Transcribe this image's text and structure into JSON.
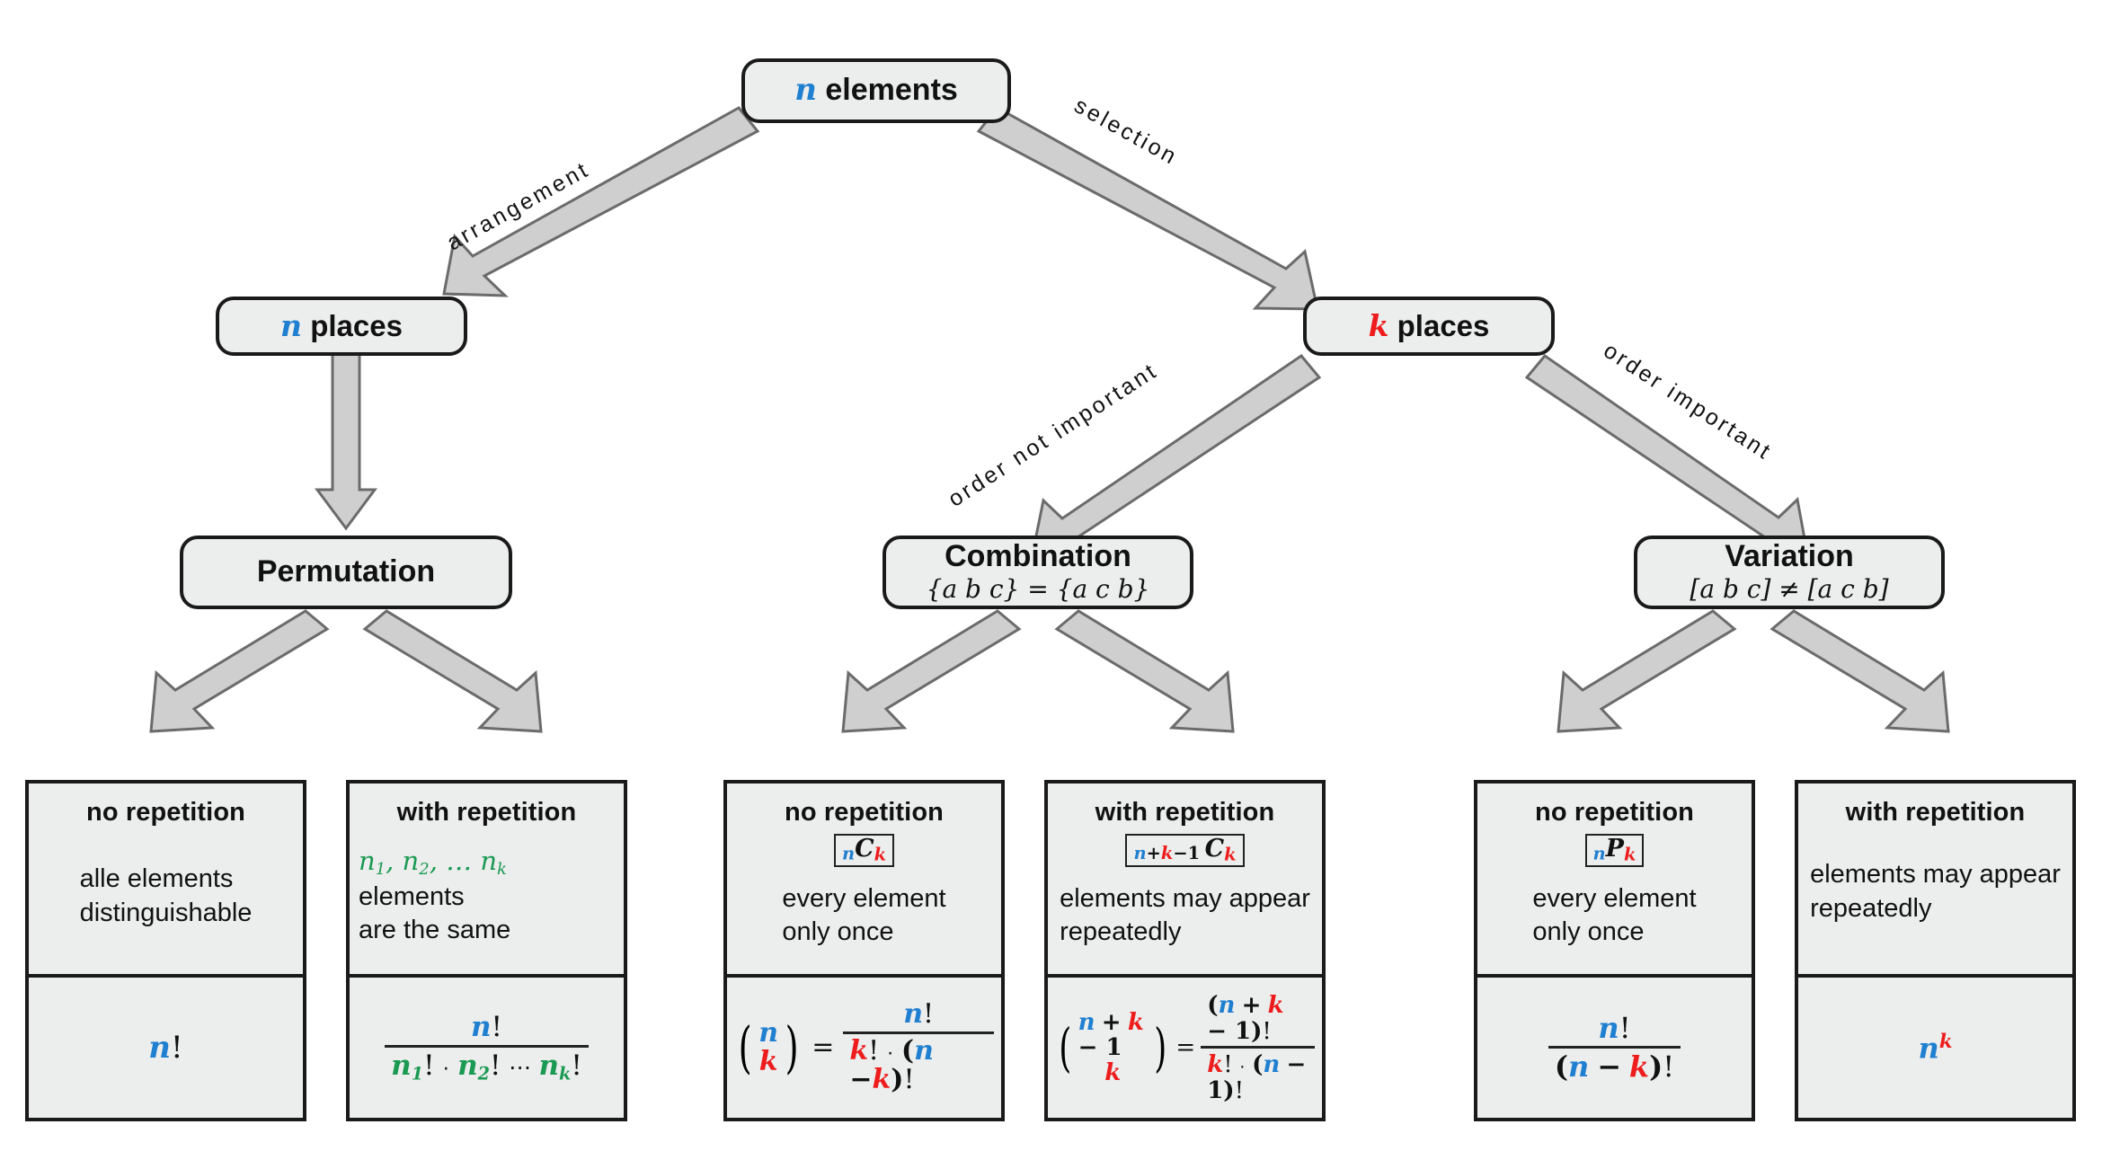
{
  "diagram": {
    "title": "Combinatorics decision tree",
    "colors": {
      "n_color": "#1f7fd0",
      "k_color": "#ee1c1c",
      "repeat_color": "#1a9a52",
      "node_fill": "#eceded",
      "node_border": "#1a1a1a",
      "arrow_fill": "#cfcfcf",
      "arrow_stroke": "#6b6b6b"
    },
    "root": {
      "var": "n",
      "label": "elements"
    },
    "level2": [
      {
        "var": "n",
        "label": "places"
      },
      {
        "var": "k",
        "label": "places"
      }
    ],
    "level3": [
      {
        "title": "Permutation",
        "sub": ""
      },
      {
        "title": "Combination",
        "sub": "{a b c} = {a c b}"
      },
      {
        "title": "Variation",
        "sub": "[a b c] ≠ [a c b]"
      }
    ],
    "edges": [
      {
        "label": "arrangement",
        "from": "n elements",
        "to": "n places"
      },
      {
        "label": "selection",
        "from": "n elements",
        "to": "k places"
      },
      {
        "label": "order not important",
        "from": "k places",
        "to": "Combination"
      },
      {
        "label": "order important",
        "from": "k places",
        "to": "Variation"
      }
    ],
    "leaves": [
      {
        "header": "no repetition",
        "notation": "",
        "description": "alle elements\ndistinguishable",
        "formula": "n!"
      },
      {
        "header": "with repetition",
        "notation": "",
        "description": "n1, n2, ... nk elements\nare the same",
        "formula": "n! / (n1! · n2! ⋯ nk!)"
      },
      {
        "header": "no repetition",
        "notation": "nCk",
        "description": "every element\nonly once",
        "formula": "(n choose k) = n! / (k! · (n − k)!)"
      },
      {
        "header": "with repetition",
        "notation": "n+k−1Ck",
        "description": "elements may appear\nrepeatedly",
        "formula": "(n + k − 1 choose k) = (n + k − 1)! / (k! · (n − 1)!)"
      },
      {
        "header": "no repetition",
        "notation": "nPk",
        "description": "every element\nonly once",
        "formula": "n! / (n − k)!"
      },
      {
        "header": "with repetition",
        "notation": "",
        "description": "elements may appear\nrepeatedly",
        "formula": "n^k"
      }
    ],
    "labels": {
      "no_repetition": "no repetition",
      "with_repetition": "with repetition",
      "alle_elements": "alle elements",
      "distinguishable": "distinguishable",
      "are_the_same": "are the same",
      "elements_word": "elements",
      "every_element": "every element",
      "only_once": "only once",
      "elements_may_appear": "elements may appear",
      "repeatedly": "repeatedly"
    }
  }
}
